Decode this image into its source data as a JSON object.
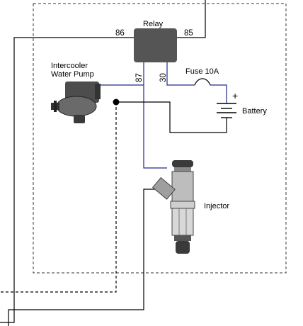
{
  "relay": {
    "title": "Relay",
    "pins": {
      "p86": "86",
      "p85": "85",
      "p87": "87",
      "p30": "30"
    }
  },
  "pump": {
    "label_line1": "Intercooler",
    "label_line2": "Water Pump"
  },
  "fuse": {
    "label": "Fuse 10A"
  },
  "battery": {
    "label": "Battery",
    "plus": "+"
  },
  "injector": {
    "label": "Injector"
  },
  "colors": {
    "wire": "#000000",
    "wire_blue": "#1f2a8c",
    "relay_body": "#555555",
    "component": "#4d4d4d",
    "dashed_boundary": "#333333"
  }
}
